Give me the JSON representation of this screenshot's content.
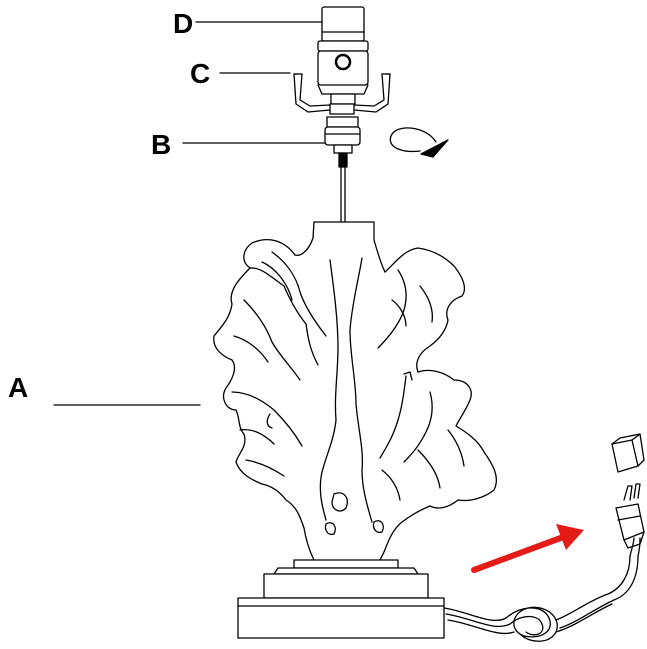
{
  "callouts": {
    "a": "A",
    "b": "B",
    "c": "C",
    "d": "D"
  },
  "parts": [
    {
      "id": "a",
      "icon": "coral-lamp-base-outline"
    },
    {
      "id": "b",
      "icon": "threaded-nipple-nut"
    },
    {
      "id": "c",
      "icon": "harp-saddle"
    },
    {
      "id": "d",
      "icon": "lamp-socket"
    }
  ],
  "indicators": {
    "rotation": "clockwise-arrow-icon",
    "plug_pointer": "red-arrow-icon"
  },
  "colors": {
    "line": "#000000",
    "pointer": "#e41b17",
    "background": "#ffffff"
  }
}
